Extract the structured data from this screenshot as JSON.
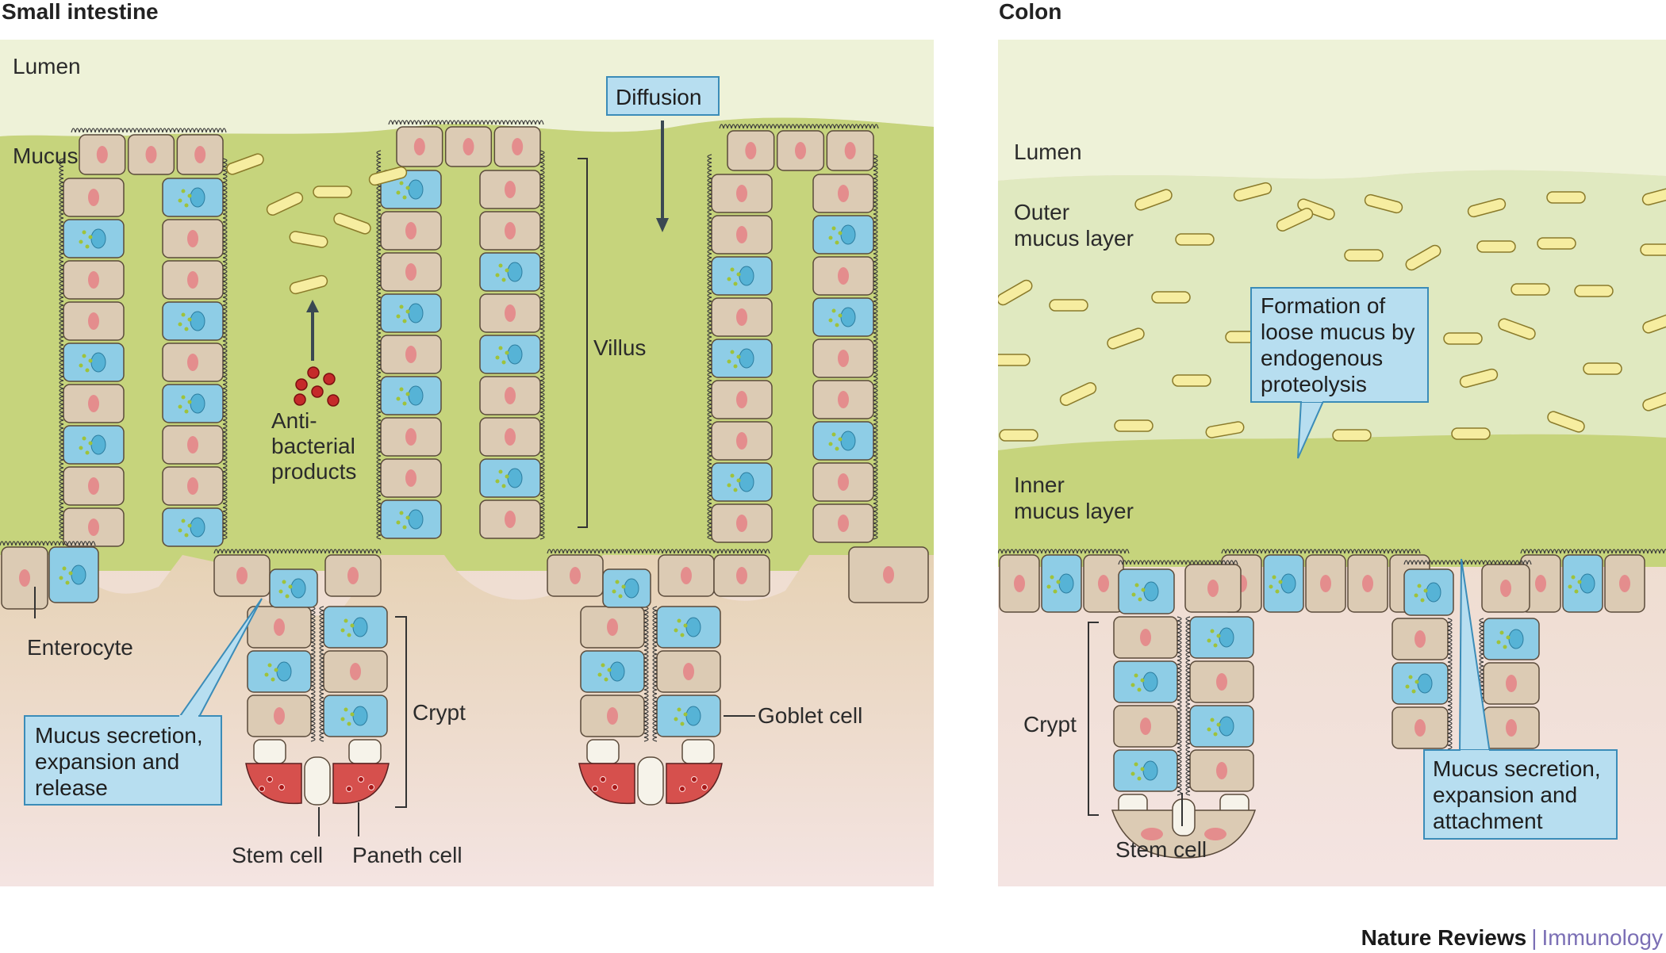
{
  "left_panel": {
    "title": "Small intestine",
    "labels": {
      "lumen": "Lumen",
      "mucus": "Mucus",
      "villus": "Villus",
      "antibacterial": [
        "Anti-",
        "bacterial",
        "products"
      ],
      "enterocyte": "Enterocyte",
      "crypt": "Crypt",
      "goblet_cell": "Goblet cell",
      "stem_cell": "Stem cell",
      "paneth_cell": "Paneth cell"
    },
    "callouts": {
      "diffusion": "Diffusion",
      "mucus_secretion": [
        "Mucus secretion,",
        "expansion and",
        "release"
      ]
    }
  },
  "right_panel": {
    "title": "Colon",
    "labels": {
      "lumen": "Lumen",
      "outer_mucus": [
        "Outer",
        "mucus layer"
      ],
      "inner_mucus": [
        "Inner",
        "mucus layer"
      ],
      "crypt": "Crypt",
      "stem_cell": "Stem cell"
    },
    "callouts": {
      "formation": [
        "Formation of",
        "loose mucus by",
        "endogenous",
        "proteolysis"
      ],
      "mucus_attachment": [
        "Mucus secretion,",
        "expansion and",
        "attachment"
      ]
    }
  },
  "credit": {
    "journal": "Nature Reviews",
    "separator": "|",
    "subject": "Immunology"
  },
  "colors": {
    "lumen": "#eef2d8",
    "mucus": "#c3d27a",
    "tissue_top": "#e8d4bf",
    "tissue_bottom": "#f3e2e0",
    "enterocyte": "#dccbb4",
    "nucleus": "#e48d8d",
    "goblet": "#8ecde6",
    "goblet_nucleus": "#56b3d6",
    "paneth": "#d6504d",
    "stem": "#f6f3ea",
    "bacteria": "#f6eda0",
    "callout_fill": "#b7def0",
    "callout_stroke": "#3b8cb8",
    "outer_mucus": "#e0e9c2",
    "arrow": "#3a4852"
  },
  "icons": {
    "diffusion_arrow": "down-arrow-icon",
    "antibacterial_arrow": "up-arrow-icon"
  }
}
